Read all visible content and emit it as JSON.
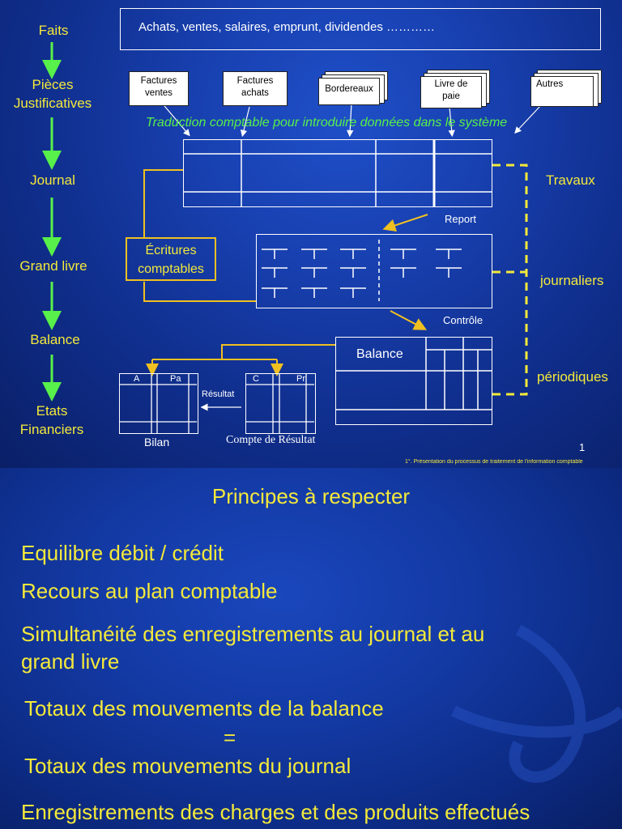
{
  "slide1": {
    "stages": [
      "Faits",
      "Pièces\nJustificatives",
      "Journal",
      "Grand livre",
      "Balance",
      "Etats\nFinanciers"
    ],
    "facts_text": "Achats, ventes, salaires, emprunt, dividendes …………",
    "documents": [
      "Factures\nventes",
      "Factures\nachats",
      "Bordereaux",
      "Livre de\npaie",
      "Autres"
    ],
    "translation_text": "Traduction comptable pour introduire données dans le système",
    "ecritures_label": "Écritures\ncomptables",
    "report_label": "Report",
    "controle_label": "Contrôle",
    "balance_label": "Balance",
    "resultat_label": "Résultat",
    "bilan": {
      "label": "Bilan",
      "col_left": "A",
      "col_right": "Pa"
    },
    "compte_resultat": {
      "label": "Compte de Résultat",
      "col_left": "C",
      "col_right": "Pr"
    },
    "travaux": [
      "Travaux",
      "journaliers",
      "périodiques"
    ],
    "page_number": "1",
    "footer": "1°. Présentation du processus de traitement de l'information comptable"
  },
  "slide2": {
    "title": "Principes à respecter",
    "principles": [
      "Equilibre débit / crédit",
      "Recours au plan comptable",
      "Simultanéité des enregistrements au journal et au\ngrand livre",
      "Totaux des mouvements de la balance",
      "=",
      "Totaux des mouvements du journal",
      "Enregistrements des charges et des produits effectués"
    ]
  },
  "colors": {
    "stage_text": "#f4e93a",
    "stage_arrow": "#58f04a",
    "connector": "#f0c020",
    "box_border": "#ffffff"
  }
}
